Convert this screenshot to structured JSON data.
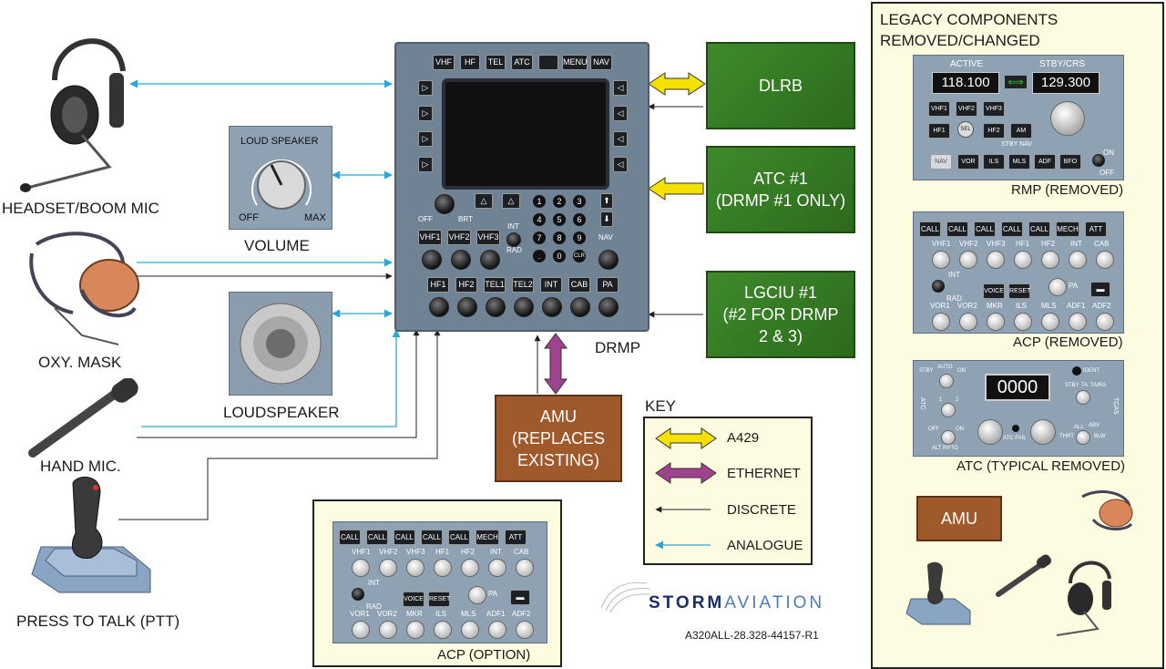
{
  "left_labels": {
    "headset": "HEADSET/BOOM MIC",
    "oxy_mask": "OXY. MASK",
    "hand_mic": "HAND MIC.",
    "ptt": "PRESS TO TALK (PTT)",
    "volume": "VOLUME",
    "loudspeaker": "LOUDSPEAKER"
  },
  "volume_panel": {
    "title": "LOUD SPEAKER",
    "off": "OFF",
    "max": "MAX"
  },
  "drmp": {
    "label": "DRMP",
    "top_buttons": [
      "VHF",
      "HF",
      "TEL",
      "ATC",
      "",
      "MENU",
      "NAV"
    ],
    "off": "OFF",
    "brt": "BRT",
    "row1": [
      "VHF1",
      "VHF2",
      "VHF3"
    ],
    "int": "INT",
    "rad": "RAD",
    "nav": "NAV",
    "numpad": [
      "1",
      "2",
      "3",
      "4",
      "5",
      "6",
      "7",
      "8",
      "9",
      ".",
      "0",
      "CLR"
    ],
    "row2": [
      "HF1",
      "HF2",
      "TEL1",
      "TEL2",
      "INT",
      "CAB",
      "PA"
    ]
  },
  "right_boxes": {
    "dlrb": "DLRB",
    "atc_line1": "ATC #1",
    "atc_line2": "(DRMP #1 ONLY)",
    "lgciu_line1": "LGCIU #1",
    "lgciu_line2": "(#2 FOR DRMP",
    "lgciu_line3": "2 & 3)"
  },
  "amu": {
    "line1": "AMU",
    "line2": "(REPLACES",
    "line3": "EXISTING)"
  },
  "key": {
    "title": "KEY",
    "a429": "A429",
    "ethernet": "ETHERNET",
    "discrete": "DISCRETE",
    "analogue": "ANALOGUE"
  },
  "acp_option": {
    "label": "ACP (OPTION)",
    "call_row": [
      "CALL",
      "CALL",
      "CALL",
      "CALL",
      "CALL",
      "MECH",
      "ATT"
    ],
    "knob_row1": [
      "VHF1",
      "VHF2",
      "VHF3",
      "HF1",
      "HF2",
      "INT",
      "CAB"
    ],
    "int": "INT",
    "rad": "RAD",
    "voice": "VOICE",
    "reset": "RESET",
    "pa": "PA",
    "knob_row2": [
      "VOR1",
      "VOR2",
      "MKR",
      "ILS",
      "MLS",
      "ADF1",
      "ADF2"
    ]
  },
  "branding": {
    "storm": "STORM",
    "aviation": "AVIATION",
    "doc_ref": "A320ALL-28.328-44157-R1"
  },
  "legacy": {
    "title_line1": "LEGACY COMPONENTS",
    "title_line2": "REMOVED/CHANGED",
    "rmp": {
      "active": "ACTIVE",
      "stby": "STBY/CRS",
      "active_freq": "118.100",
      "stby_freq": "129.300",
      "buttons": [
        "VHF1",
        "VHF2",
        "VHF3",
        "HF1",
        "SEL",
        "HF2",
        "AM"
      ],
      "stby_nav": "STBY NAV",
      "nav_buttons": [
        "NAV",
        "VOR",
        "ILS",
        "MLS",
        "ADF",
        "BFO"
      ],
      "on": "ON",
      "off": "OFF",
      "label": "RMP (REMOVED)"
    },
    "acp": {
      "call_row": [
        "CALL",
        "CALL",
        "CALL",
        "CALL",
        "CALL",
        "MECH",
        "ATT"
      ],
      "knob_row1": [
        "VHF1",
        "VHF2",
        "VHF3",
        "HF1",
        "HF2",
        "INT",
        "CAB"
      ],
      "int": "INT",
      "rad": "RAD",
      "voice": "VOICE",
      "reset": "RESET",
      "pa": "PA",
      "knob_row2": [
        "VOR1",
        "VOR2",
        "MKR",
        "ILS",
        "MLS",
        "ADF1",
        "ADF2"
      ],
      "label": "ACP (REMOVED)"
    },
    "atc": {
      "code": "0000",
      "ident": "IDENT",
      "atc_vert": "ATC",
      "tcas_vert": "TCAS",
      "sw_labels": [
        "STBY",
        "AUTO",
        "ON",
        "1",
        "2",
        "OFF",
        "ON",
        "ALT RPTG",
        "STBY",
        "TA",
        "TA/RA",
        "THRT",
        "ALL",
        "ABV",
        "BLW",
        "ATC FAIL"
      ],
      "label": "ATC (TYPICAL REMOVED)"
    },
    "amu": "AMU"
  },
  "colors": {
    "analogue": "#2aa6d9",
    "discrete": "#222222",
    "a429": "#f5e100",
    "ethernet": "#a0438f",
    "green_box": "#2f6f1f",
    "amu_box": "#a0592a",
    "panel": "#6f8395"
  }
}
